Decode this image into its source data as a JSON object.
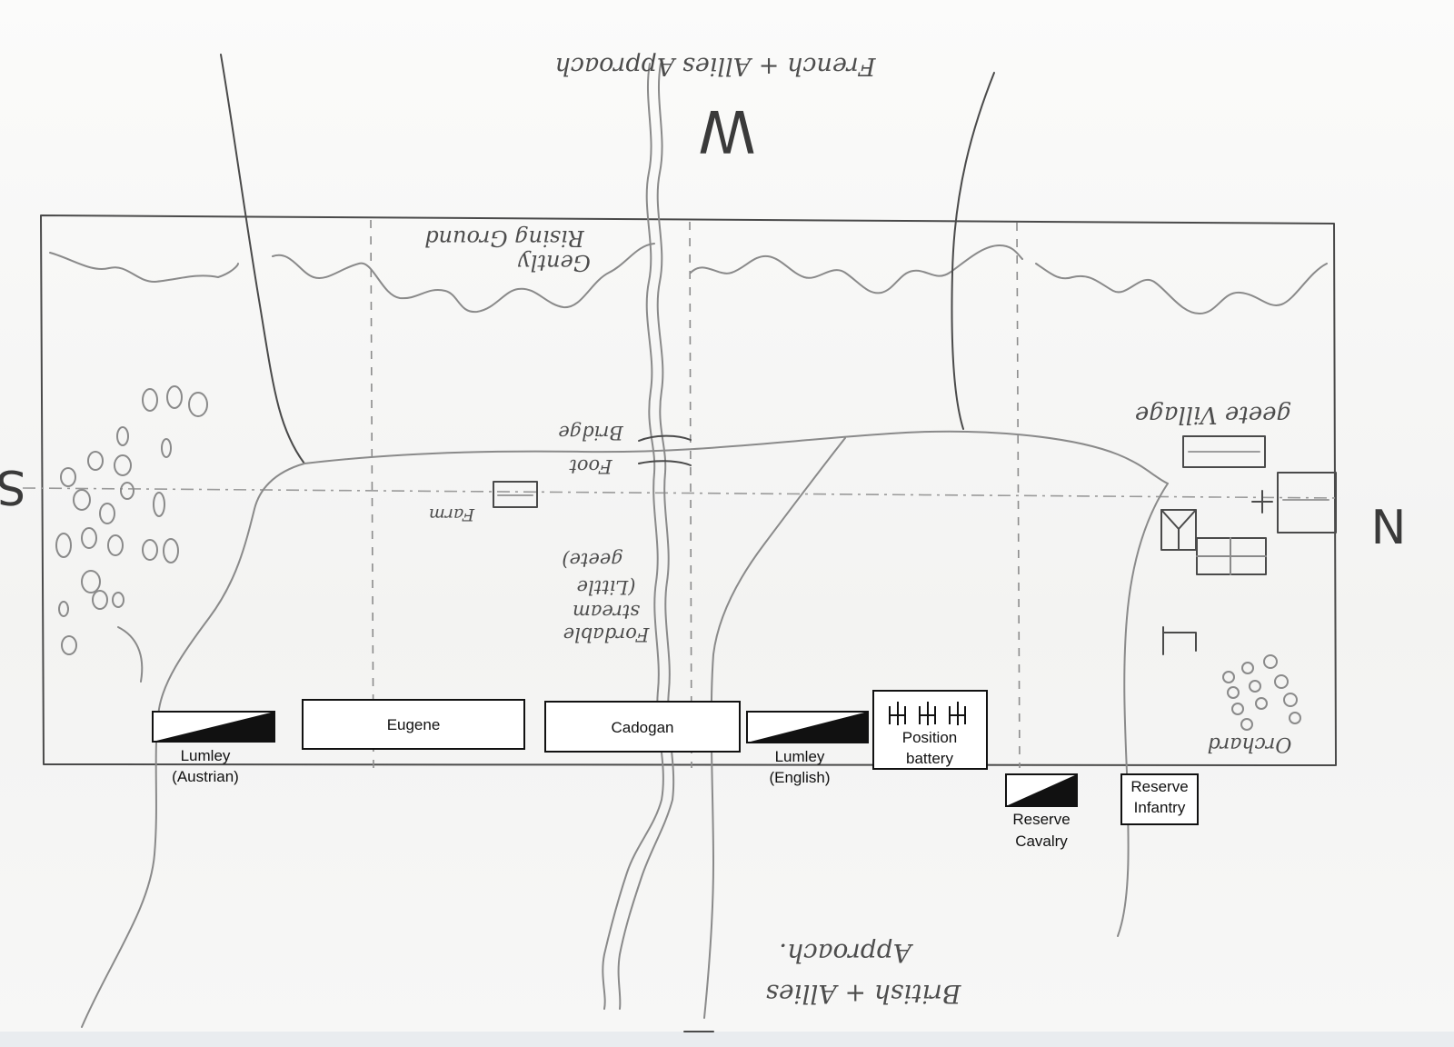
{
  "compass": {
    "north": "N",
    "south": "S",
    "west": "W"
  },
  "approaches": {
    "french": "French + Allies Approach",
    "british_line1": "British + Allies",
    "british_line2": "Approach."
  },
  "terrain": {
    "rising_ground_line1": "Gently",
    "rising_ground_line2": "Rising Ground",
    "foot_bridge_line1": "Foot",
    "foot_bridge_line2": "Bridge",
    "farm": "Farm",
    "stream_line1": "Fordable",
    "stream_line2": "stream",
    "stream_line3": "(Little",
    "stream_line4": "geete)",
    "village": "geete Village",
    "orchard": "Orchard"
  },
  "units": {
    "lumley_austrian_line1": "Lumley",
    "lumley_austrian_line2": "(Austrian)",
    "eugene": "Eugene",
    "cadogan": "Cadogan",
    "lumley_english_line1": "Lumley",
    "lumley_english_line2": "(English)",
    "position_battery_line1": "Position",
    "position_battery_line2": "battery",
    "reserve_cavalry_line1": "Reserve",
    "reserve_cavalry_line2": "Cavalry",
    "reserve_infantry_line1": "Reserve",
    "reserve_infantry_line2": "Infantry"
  }
}
